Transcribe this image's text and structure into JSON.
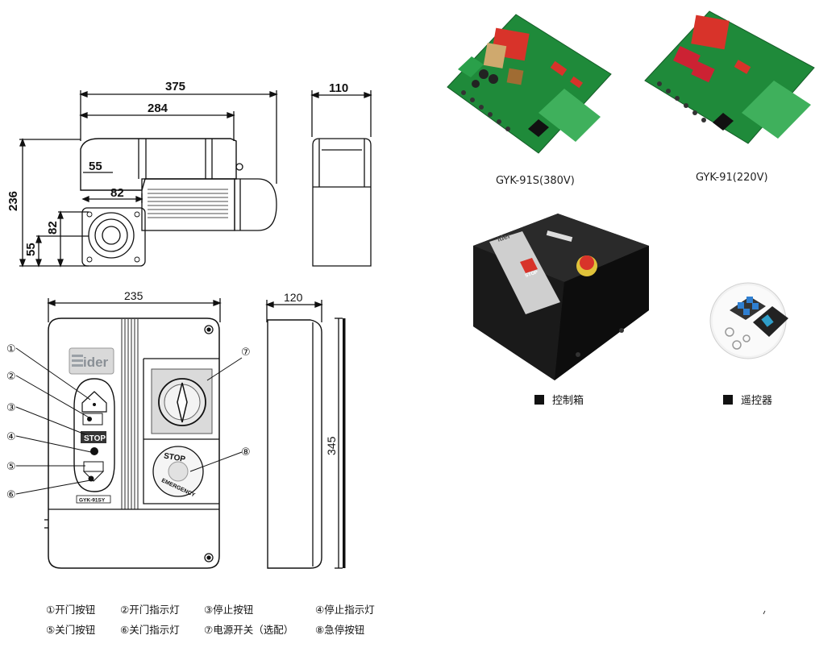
{
  "top_dimensions": {
    "total_length": "375",
    "body_length": "284",
    "width": "110",
    "height": "236",
    "offset_55_top": "55",
    "offset_82_top": "82",
    "offset_82_side": "82",
    "offset_55_side": "55"
  },
  "box_dimensions": {
    "width": "235",
    "depth": "120",
    "height": "345"
  },
  "callouts": [
    "①",
    "②",
    "③",
    "④",
    "⑤",
    "⑥",
    "⑦",
    "⑧"
  ],
  "panel": {
    "brand": "ider",
    "stop_label": "STOP",
    "model_label": "GYK-91SY",
    "estop_text_top": "STOP",
    "estop_text_bottom": "EMERGENCY"
  },
  "boards": [
    {
      "caption": "GYK-91S(380V)"
    },
    {
      "caption": "GYK-91(220V)"
    }
  ],
  "products": [
    {
      "caption": "控制箱"
    },
    {
      "caption": "遥控器"
    }
  ],
  "control_box": {
    "brand": "ider",
    "stop": "STOP"
  },
  "legend": {
    "row1": [
      "①开门按钮",
      "②开门指示灯",
      "③停止按钮",
      "④停止指示灯"
    ],
    "row2": [
      "⑤关门按钮",
      "⑥关门指示灯",
      "⑦电源开关（选配）",
      "⑧急停按钮"
    ]
  },
  "colors": {
    "pcb_green": "#1f8a3a",
    "relay_red": "#d8332a",
    "box_black": "#161616"
  }
}
